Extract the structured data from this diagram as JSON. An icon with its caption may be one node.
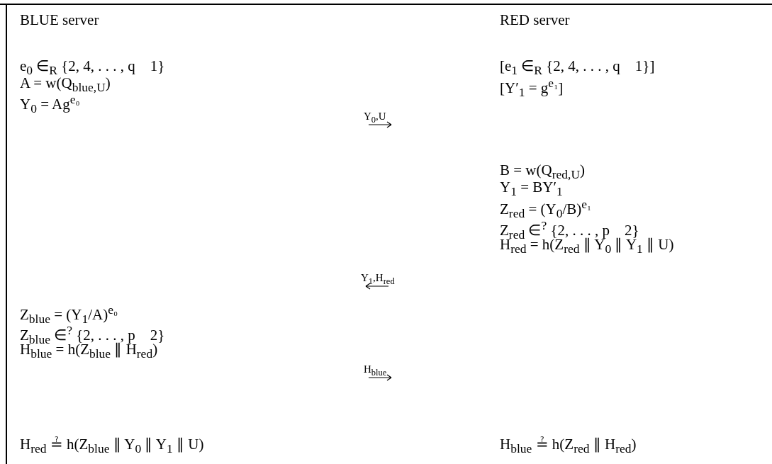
{
  "diagram": {
    "labels": [
      "BLUE server",
      "RED server",
      "e$_{0}$ ∈$_{R}$ {2, 4, . . . , q    1}",
      "[e$_{1}$ ∈$_{R}$ {2, 4, . . . , q    1}]",
      "A = w(Q$_{blue,U}$)",
      "[Y′$_{1}$ = g$^{e₁}$]",
      "Y$_{0}$ = Ag$^{e₀}$",
      "Y$_{0}$,U",
      "B = w(Q$_{red,U}$)",
      "Y$_{1}$ = BY′$_{1}$",
      "Z$_{red}$ = (Y$_{0}$/B)$^{e₁}$",
      "Z$_{red}$ ∈$^{?}$ {2, . . . , p    2}",
      "H$_{red}$ = h(Z$_{red}$ ∥ Y$_{0}$ ∥ Y$_{1}$ ∥ U)",
      "Y$_{1}$,H$_{red}$",
      "Z$_{blue}$ = (Y$_{1}$/A)$^{e₀}$",
      "Z$_{blue}$ ∈$^{?}$ {2, . . . , p    2}",
      "H$_{blue}$ = h(Z$_{blue}$ ∥ H$_{red}$)",
      "H$_{blue}$",
      "H$_{red}$ ≟ h(Z$_{blue}$ ∥ Y$_{0}$ ∥ Y$_{1}$ ∥ U)",
      "H$_{blue}$ ≟ h(Z$_{red}$ ∥ H$_{red}$)"
    ]
  }
}
